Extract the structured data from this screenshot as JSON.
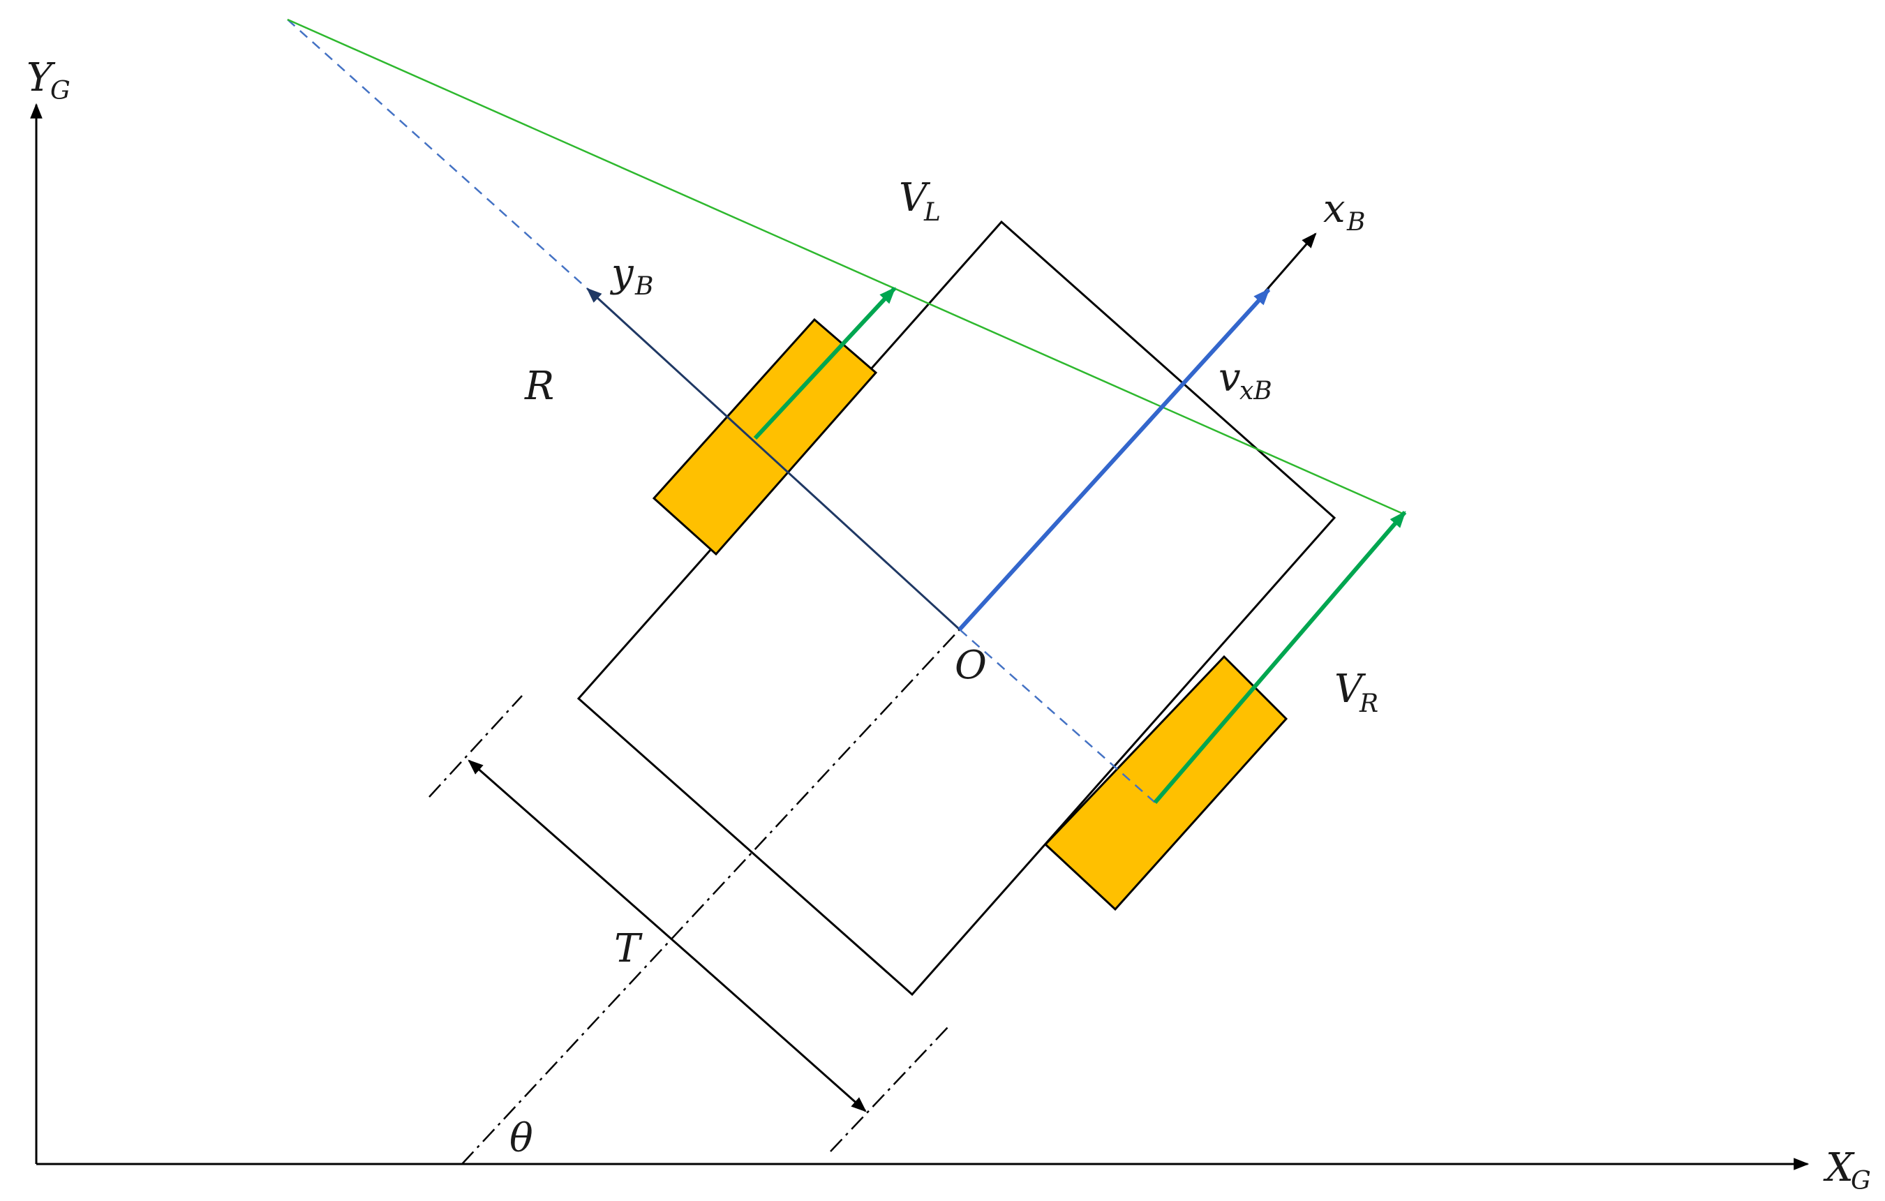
{
  "labels": {
    "global_y": {
      "main": "Y",
      "sub": "G"
    },
    "global_x": {
      "main": "X",
      "sub": "G"
    },
    "body_x": {
      "main": "x",
      "sub": "B"
    },
    "body_y": {
      "main": "y",
      "sub": "B"
    },
    "left_velocity": {
      "main": "V",
      "sub": "L"
    },
    "right_velocity": {
      "main": "V",
      "sub": "R"
    },
    "forward_velocity": {
      "main": "v",
      "sub": "xB"
    },
    "radius": "R",
    "origin": "O",
    "track_width": "T",
    "heading_angle": "θ"
  },
  "colors": {
    "axis": "#000000",
    "body_outline": "#000000",
    "wheel_fill": "#FFC000",
    "wheel_velocity": "#00A650",
    "forward_velocity": "#3366CC",
    "body_y_axis": "#1F3864",
    "icr_dashed": "#4472C4",
    "icr_line": "#2EB82E"
  }
}
